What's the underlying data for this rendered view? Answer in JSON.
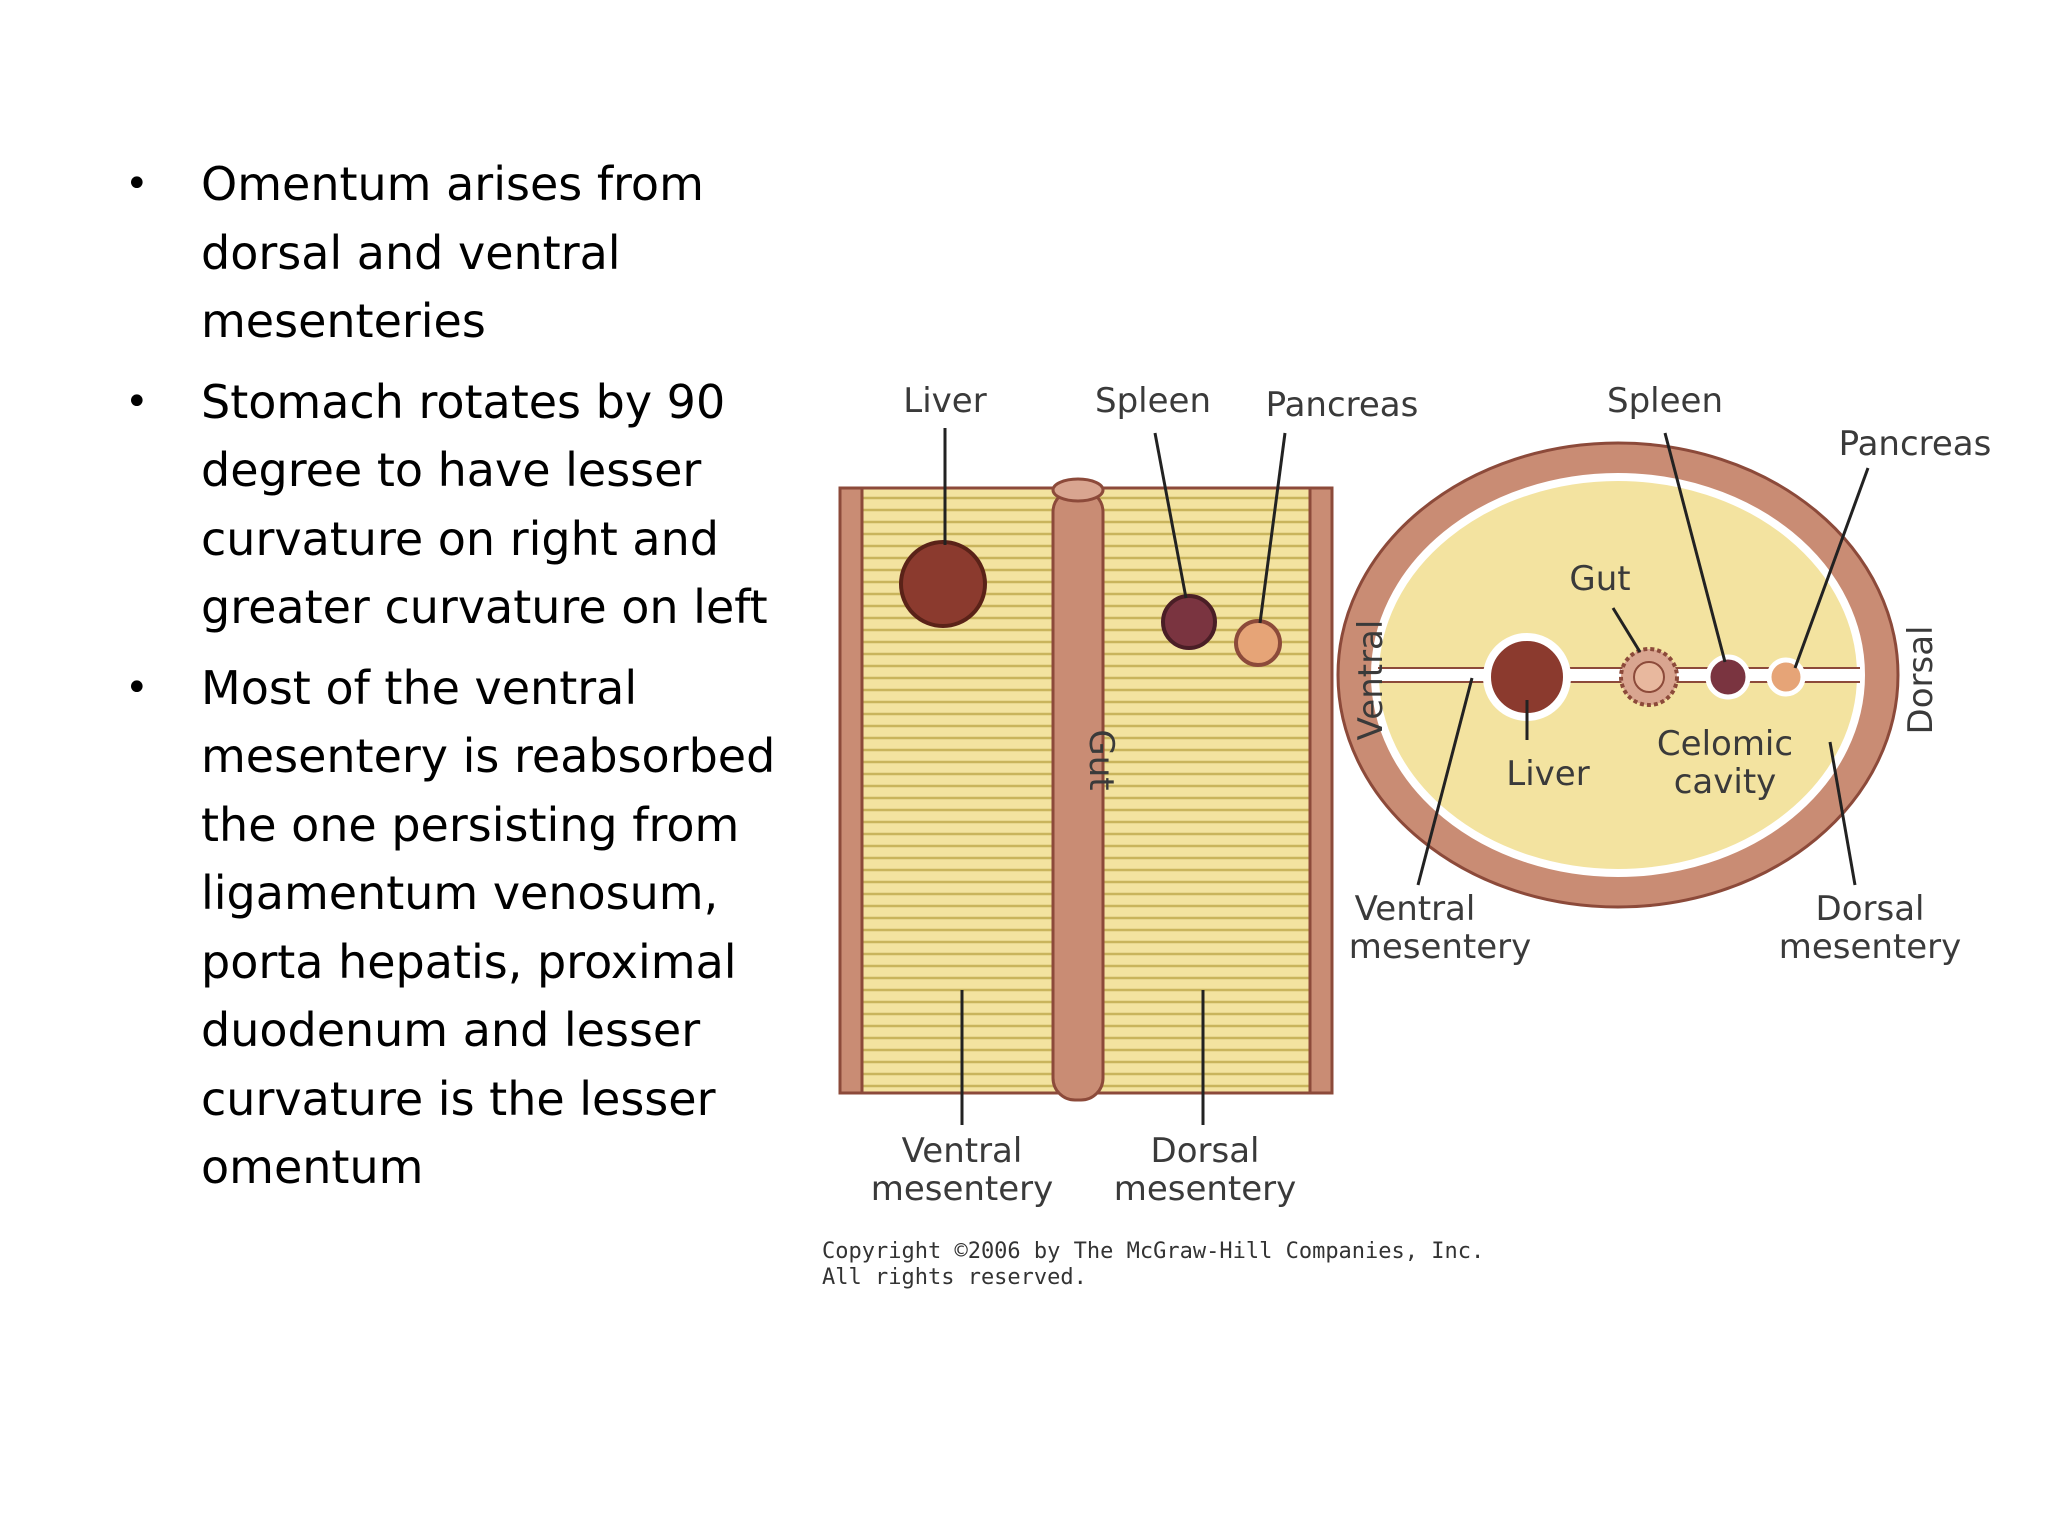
{
  "bullets": [
    "Omentum arises from dorsal and ventral mesenteries",
    "Stomach rotates by 90 degree to have lesser curvature on right and greater curvature on left",
    "Most of the ventral mesentery is reabsorbed the one persisting from ligamentum venosum, porta hepatis, proximal duodenum and lesser curvature is the lesser omentum"
  ],
  "bullet_lines": [
    [
      "Omentum arises from",
      "dorsal and ventral",
      "mesenteries"
    ],
    [
      "Stomach rotates by 90",
      "degree to have lesser",
      "curvature on right and",
      "greater curvature on left"
    ],
    [
      "Most of the ventral",
      "mesentery is reabsorbed",
      "the one persisting from",
      "ligamentum venosum,",
      "porta hepatis, proximal",
      "duodenum and lesser",
      "curvature is the lesser",
      "omentum"
    ]
  ],
  "bullet_symbol": "•",
  "figure": {
    "left_panel": {
      "liver": "Liver",
      "spleen": "Spleen",
      "pancreas": "Pancreas",
      "gut": "Gut",
      "ventral_mesentery_1": "Ventral",
      "ventral_mesentery_2": "mesentery",
      "dorsal_mesentery_1": "Dorsal",
      "dorsal_mesentery_2": "mesentery"
    },
    "right_panel": {
      "spleen": "Spleen",
      "pancreas": "Pancreas",
      "gut": "Gut",
      "liver": "Liver",
      "celomic_1": "Celomic",
      "celomic_2": "cavity",
      "ventral": "Ventral",
      "dorsal": "Dorsal",
      "ventral_mesentery_1": "Ventral",
      "ventral_mesentery_2": "mesentery",
      "dorsal_mesentery_1": "Dorsal",
      "dorsal_mesentery_2": "mesentery"
    },
    "copyright_1": "Copyright ©2006 by The McGraw-Hill Companies, Inc.",
    "copyright_2": "All rights reserved."
  },
  "colors": {
    "yellow": "#f3e3a0",
    "yellow_line": "#c9b45c",
    "wall": "#c98c74",
    "wall_dark": "#8c4a3a",
    "liver": "#8b3a2e",
    "spleen": "#7a3440",
    "pancreas": "#e6a477"
  }
}
